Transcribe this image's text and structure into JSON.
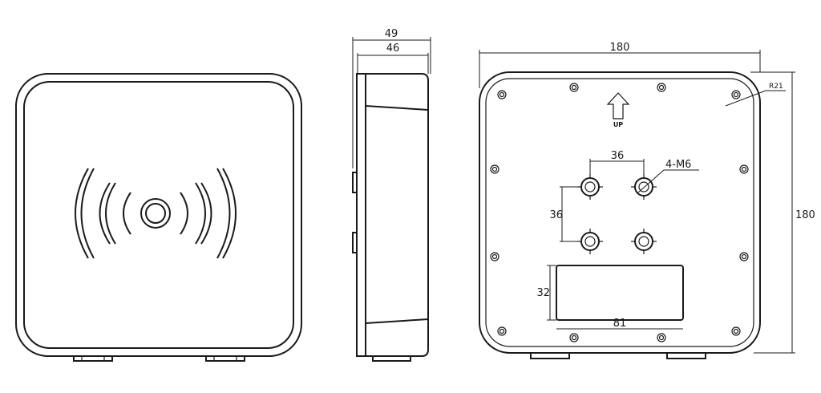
{
  "side_view": {
    "outer_width": "49",
    "inner_width": "46"
  },
  "rear_view": {
    "width": "180",
    "height": "180",
    "corner_radius": "R21",
    "hole_spacing_x": "36",
    "hole_spacing_y": "36",
    "hole_callout": "4-M6",
    "label_width": "81",
    "label_height": "32",
    "arrow_label": "UP"
  }
}
